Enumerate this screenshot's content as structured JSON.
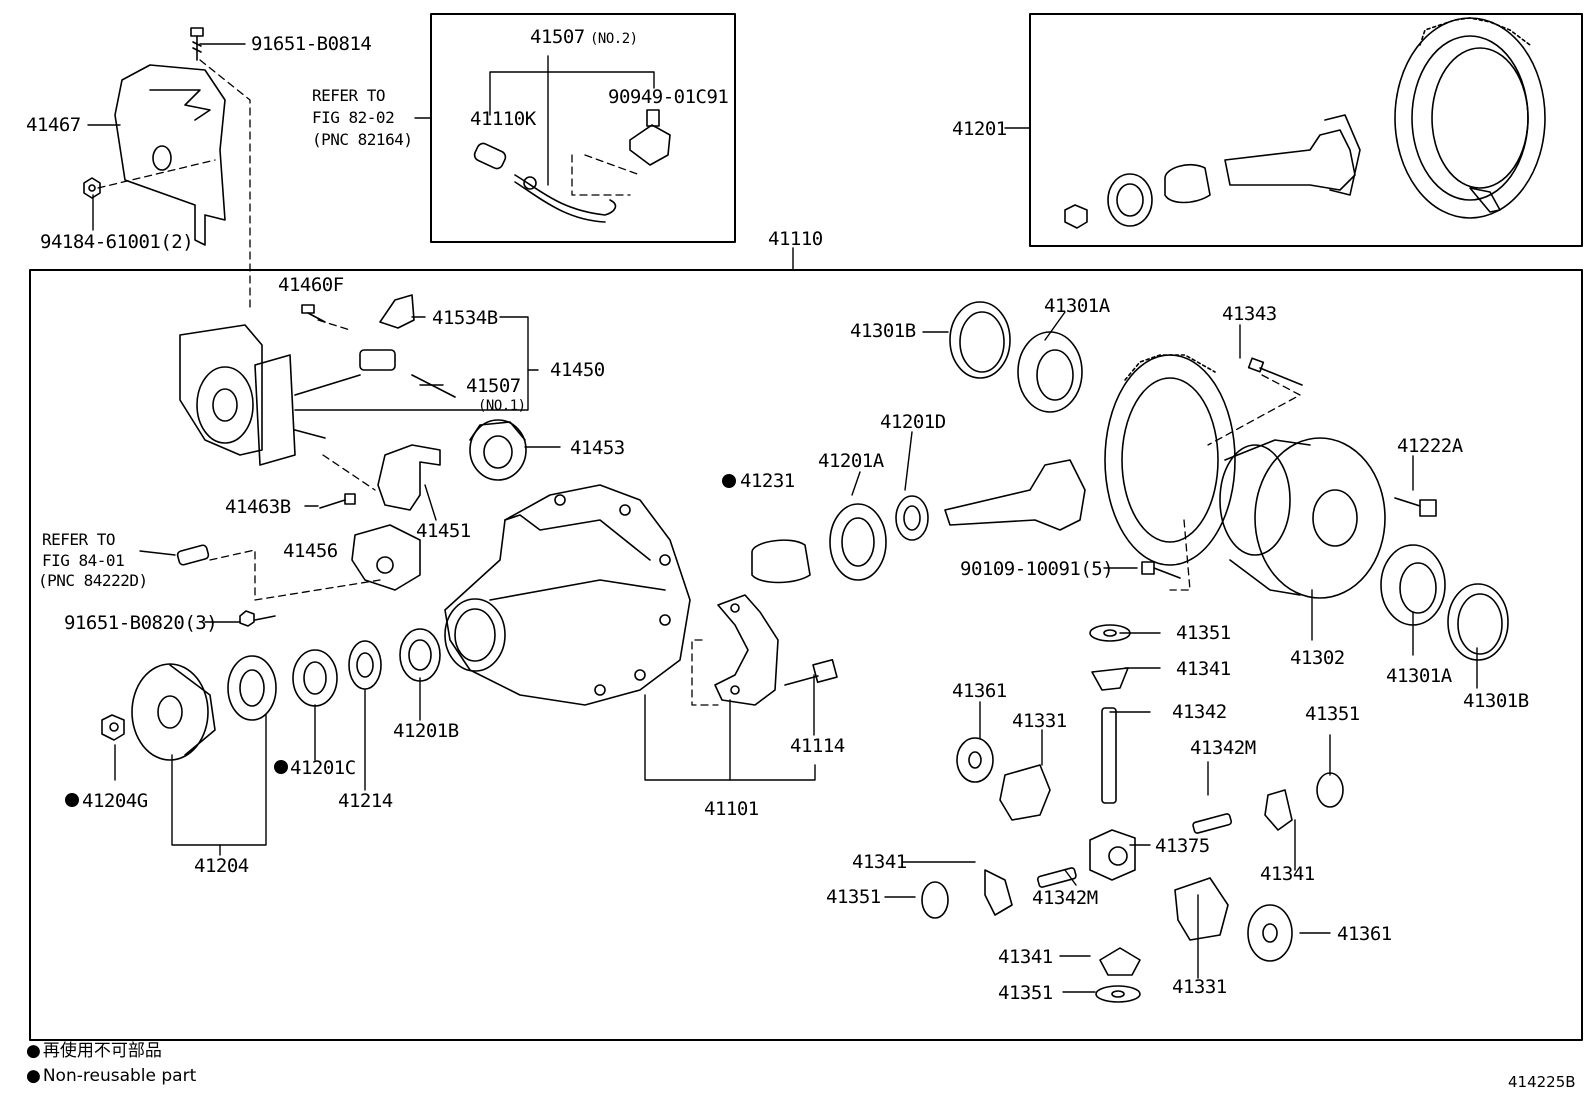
{
  "labels": {
    "p91651_B0814": "91651-B0814",
    "p41467": "41467",
    "p94184": "94184-61001(2)",
    "refer1_a": "REFER TO",
    "refer1_b": "FIG 82-02",
    "refer1_c": "(PNC 82164)",
    "p41507_top": "41507",
    "p41507_top_sub": "(NO.2)",
    "p41110K": "41110K",
    "p90949": "90949-01C91",
    "p41201": "41201",
    "p41110": "41110",
    "p41460F": "41460F",
    "p41534B": "41534B",
    "p41450": "41450",
    "p41507_no1": "41507",
    "p41507_no1_sub": "(NO.1)",
    "p41453": "41453",
    "p41463B": "41463B",
    "p41451": "41451",
    "refer2_a": "REFER TO",
    "refer2_b": "FIG 84-01",
    "refer2_c": "(PNC 84222D)",
    "p41456": "41456",
    "p91651_B0820": "91651-B0820(3)",
    "p41231": "41231",
    "p41201A": "41201A",
    "p41201D": "41201D",
    "p41301B_l": "41301B",
    "p41301A_t": "41301A",
    "p41343": "41343",
    "p41222A": "41222A",
    "p90109": "90109-10091(5)",
    "p41302": "41302",
    "p41301A_r": "41301A",
    "p41301B_r": "41301B",
    "p41351_a": "41351",
    "p41341_a": "41341",
    "p41342": "41342",
    "p41361_l": "41361",
    "p41331_l": "41331",
    "p41351_r": "41351",
    "p41342M_t": "41342M",
    "p41375": "41375",
    "p41341_l": "41341",
    "p41351_l": "41351",
    "p41342M_b": "41342M",
    "p41341_r": "41341",
    "p41361_r": "41361",
    "p41341_b": "41341",
    "p41351_b": "41351",
    "p41331_b": "41331",
    "p41114": "41114",
    "p41101": "41101",
    "p41204G": "41204G",
    "p41201C": "41201C",
    "p41214": "41214",
    "p41201B": "41201B",
    "p41204": "41204"
  },
  "legend": {
    "jp": "再使用不可部品",
    "en": "Non-reusable part"
  },
  "figure_code": "414225B"
}
